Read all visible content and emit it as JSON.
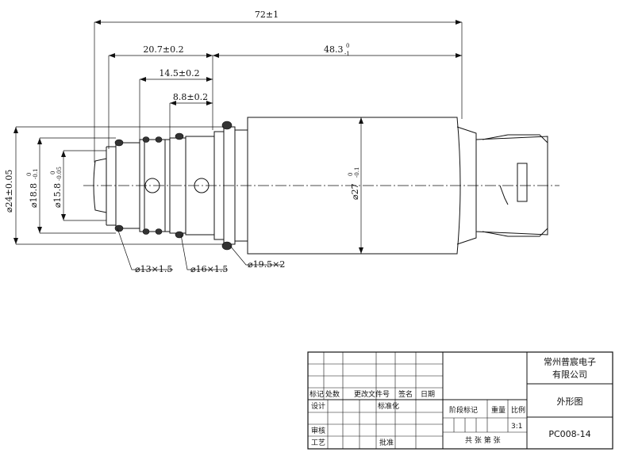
{
  "dimensions": {
    "overall_length": "72±1",
    "length_20_7": "20.7±0.2",
    "length_48_3": "48.3",
    "length_48_3_tol_upper": "0",
    "length_48_3_tol_lower": "-1",
    "length_14_5": "14.5±0.2",
    "length_8_8": "8.8±0.2",
    "dia_24": "⌀24±0.05",
    "dia_18_8": "⌀18.8",
    "dia_18_8_tol_upper": "0",
    "dia_18_8_tol_lower": "-0.1",
    "dia_15_8": "⌀15.8",
    "dia_15_8_tol_upper": "0",
    "dia_15_8_tol_lower": "-0.05",
    "dia_27": "⌀27",
    "dia_27_tol_upper": "0",
    "dia_27_tol_lower": "-0.1",
    "oring_1": "⌀13×1.5",
    "oring_2": "⌀16×1.5",
    "oring_3": "⌀19.5×2"
  },
  "title_block": {
    "company_line1": "常州普宸电子",
    "company_line2": "有限公司",
    "drawing_name": "外形图",
    "drawing_number": "PC008-14",
    "scale": "3:1",
    "header_labels": [
      "标记",
      "处数",
      "更改文件号",
      "签名",
      "日期"
    ],
    "design": "设计",
    "standardize": "标准化",
    "review": "审核",
    "process": "工艺",
    "approve": "批准",
    "stage_mark": "阶段标记",
    "weight": "重量",
    "ratio": "比例",
    "sheets": "共  张  第  张"
  }
}
